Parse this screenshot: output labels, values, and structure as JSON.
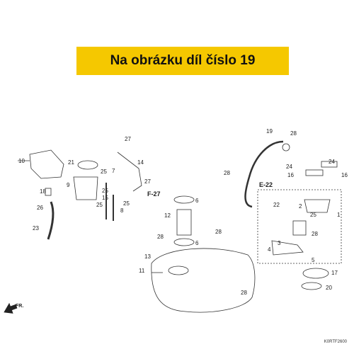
{
  "banner": {
    "text": "Na obrázku díl číslo 19",
    "color": "#f5c800"
  },
  "diagram_code": "K0RTF2600",
  "direction_label": "FR.",
  "section_refs": [
    "F-27",
    "E-22"
  ],
  "part_labels": {
    "p1": "1",
    "p2": "2",
    "p3": "3",
    "p4": "4",
    "p5": "5",
    "p6a": "6",
    "p6b": "6",
    "p7": "7",
    "p8": "8",
    "p9": "9",
    "p10": "10",
    "p11": "11",
    "p12": "12",
    "p13": "13",
    "p14": "14",
    "p15": "15",
    "p16a": "16",
    "p16b": "16",
    "p17": "17",
    "p18": "18",
    "p19": "19",
    "p20": "20",
    "p21": "21",
    "p22": "22",
    "p23": "23",
    "p24a": "24",
    "p24b": "24",
    "p25a": "25",
    "p25b": "25",
    "p25c": "25",
    "p25d": "25",
    "p25e": "25",
    "p26": "26",
    "p27a": "27",
    "p27b": "27",
    "p28a": "28",
    "p28b": "28",
    "p28c": "28",
    "p28d": "28",
    "p28e": "28",
    "p28f": "28"
  }
}
